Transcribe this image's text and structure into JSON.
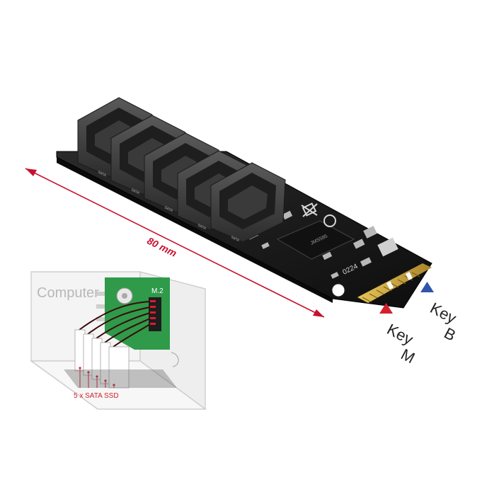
{
  "dimension": {
    "label": "80 mm"
  },
  "keys": {
    "m": {
      "line1": "Key",
      "line2": "M",
      "marker_color": "#d3202f"
    },
    "b": {
      "line1": "Key",
      "line2": "B",
      "marker_color": "#2f56a8"
    }
  },
  "inset": {
    "computer_label": "Computer",
    "slot_label": "M.2",
    "ssd_caption": "5 x SATA SSD"
  },
  "pcb": {
    "port_label": "SATA",
    "chip_text": "0224",
    "ic_text": "JMS585"
  },
  "colors": {
    "dimension_line": "#c8102e",
    "pcb": "#1b1b1b",
    "gold": "#c9a53a",
    "inset_board": "#2f9a4a"
  }
}
